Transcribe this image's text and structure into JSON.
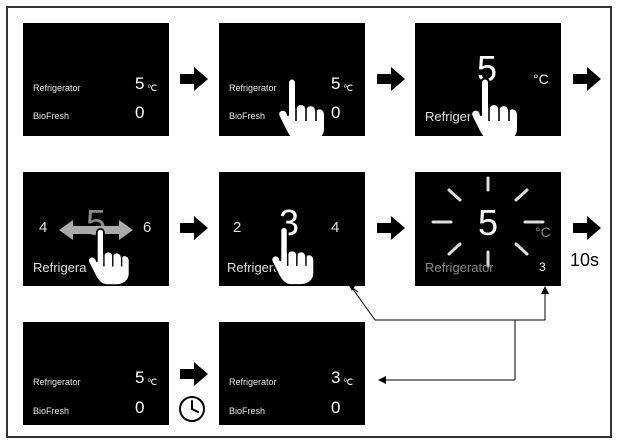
{
  "fridge_label": "Refrigerator",
  "biofresh_label": "BioFresh",
  "unit_c": "°C",
  "unit_c_small": "℃",
  "temp_initial": "5",
  "temp_biofresh": "0",
  "temp_left": "4",
  "temp_right": "6",
  "temp_selected": "3",
  "temp_left2": "2",
  "temp_right2": "4",
  "confirm_small": "3",
  "timeout_label": "10s",
  "label_truncated_a": "Refriger",
  "label_truncated_b": "Refrigera",
  "label_truncated_c": "Refrigerator"
}
